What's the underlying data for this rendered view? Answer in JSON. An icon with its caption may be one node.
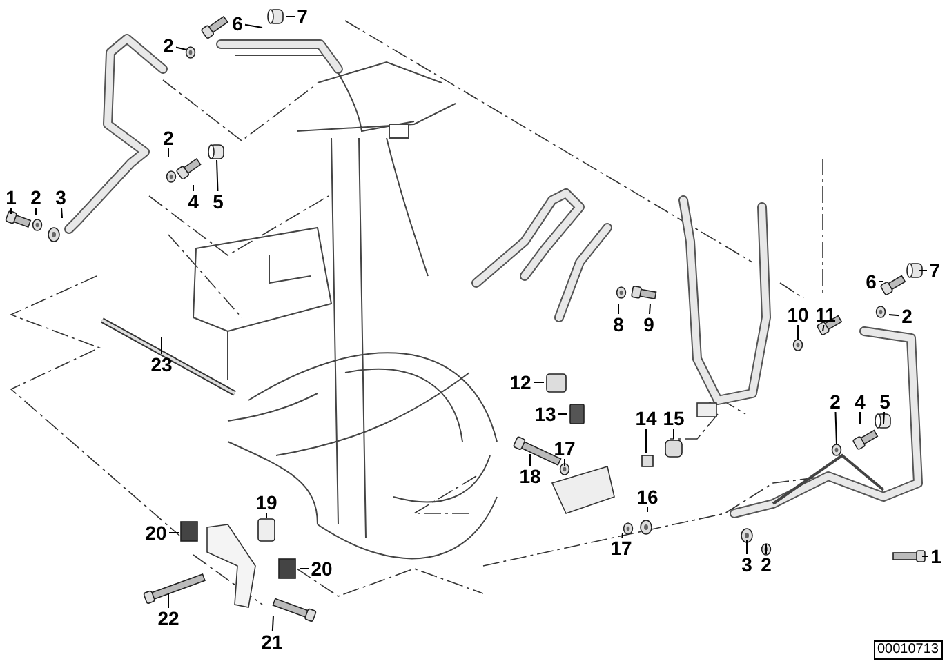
{
  "diagram": {
    "nodes": [
      {
        "text": [
          "7"
        ]
      },
      {
        "text": [
          "6"
        ]
      },
      {
        "text": [
          "2"
        ]
      },
      {
        "text": [
          "2"
        ]
      },
      {
        "text": [
          "4"
        ]
      },
      {
        "text": [
          "5"
        ]
      },
      {
        "text": [
          "1"
        ]
      },
      {
        "text": [
          "2"
        ]
      },
      {
        "text": [
          "3"
        ]
      },
      {
        "text": [
          "23"
        ]
      },
      {
        "text": [
          "8"
        ]
      },
      {
        "text": [
          "9"
        ]
      },
      {
        "text": [
          "10"
        ]
      },
      {
        "text": [
          "11"
        ]
      },
      {
        "text": [
          "7"
        ]
      },
      {
        "text": [
          "6"
        ]
      },
      {
        "text": [
          "2"
        ]
      },
      {
        "text": [
          "12"
        ]
      },
      {
        "text": [
          "13"
        ]
      },
      {
        "text": [
          "14"
        ]
      },
      {
        "text": [
          "15"
        ]
      },
      {
        "text": [
          "17"
        ]
      },
      {
        "text": [
          "18"
        ]
      },
      {
        "text": [
          "16"
        ]
      },
      {
        "text": [
          "17"
        ]
      },
      {
        "text": [
          "2"
        ]
      },
      {
        "text": [
          "4"
        ]
      },
      {
        "text": [
          "5"
        ]
      },
      {
        "text": [
          "3"
        ]
      },
      {
        "text": [
          "2"
        ]
      },
      {
        "text": [
          "1"
        ]
      },
      {
        "text": [
          "19"
        ]
      },
      {
        "text": [
          "20"
        ]
      },
      {
        "text": [
          "20"
        ]
      },
      {
        "text": [
          "22"
        ]
      },
      {
        "text": [
          "21"
        ]
      }
    ],
    "edges": [
      {
        "from": 0,
        "to": null,
        "arrow": "none"
      },
      {
        "from": 1,
        "to": null,
        "arrow": "none"
      },
      {
        "from": 2,
        "to": null,
        "arrow": "none"
      },
      {
        "from": 3,
        "to": null,
        "arrow": "none"
      },
      {
        "from": 4,
        "to": null,
        "arrow": "none"
      },
      {
        "from": 5,
        "to": null,
        "arrow": "none"
      },
      {
        "from": 6,
        "to": null,
        "arrow": "none"
      },
      {
        "from": 7,
        "to": null,
        "arrow": "none"
      },
      {
        "from": 8,
        "to": null,
        "arrow": "none"
      },
      {
        "from": 9,
        "to": null,
        "arrow": "none"
      },
      {
        "from": 10,
        "to": null,
        "arrow": "none"
      },
      {
        "from": 11,
        "to": null,
        "arrow": "none"
      },
      {
        "from": 12,
        "to": null,
        "arrow": "none"
      },
      {
        "from": 13,
        "to": null,
        "arrow": "none"
      },
      {
        "from": 14,
        "to": null,
        "arrow": "none"
      },
      {
        "from": 15,
        "to": null,
        "arrow": "none"
      },
      {
        "from": 16,
        "to": null,
        "arrow": "none"
      },
      {
        "from": 17,
        "to": null,
        "arrow": "none"
      },
      {
        "from": 18,
        "to": null,
        "arrow": "none"
      },
      {
        "from": 19,
        "to": null,
        "arrow": "none"
      },
      {
        "from": 20,
        "to": null,
        "arrow": "none"
      },
      {
        "from": 21,
        "to": null,
        "arrow": "none"
      },
      {
        "from": 22,
        "to": null,
        "arrow": "none"
      },
      {
        "from": 23,
        "to": null,
        "arrow": "none"
      },
      {
        "from": 24,
        "to": null,
        "arrow": "none"
      },
      {
        "from": 25,
        "to": null,
        "arrow": "none"
      },
      {
        "from": 26,
        "to": null,
        "arrow": "none"
      },
      {
        "from": 27,
        "to": null,
        "arrow": "none"
      },
      {
        "from": 28,
        "to": null,
        "arrow": "none"
      },
      {
        "from": 29,
        "to": null,
        "arrow": "none"
      },
      {
        "from": 30,
        "to": null,
        "arrow": "none"
      },
      {
        "from": 31,
        "to": null,
        "arrow": "none"
      },
      {
        "from": 32,
        "to": null,
        "arrow": "none"
      },
      {
        "from": 33,
        "to": null,
        "arrow": "none"
      },
      {
        "from": 34,
        "to": null,
        "arrow": "none"
      },
      {
        "from": 35,
        "to": null,
        "arrow": "none"
      }
    ],
    "labels": [
      "00010713"
    ]
  }
}
